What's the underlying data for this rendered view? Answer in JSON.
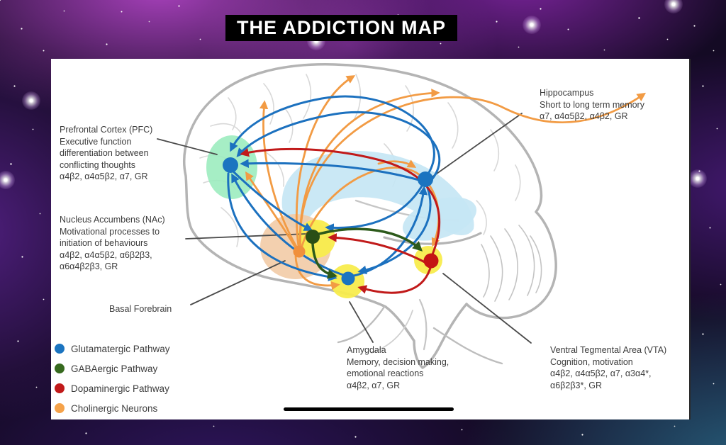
{
  "title": "THE ADDICTION MAP",
  "legend": {
    "items": [
      {
        "label": "Glutamatergic Pathway",
        "color": "#1b74c0"
      },
      {
        "label": "GABAergic Pathway",
        "color": "#376a1f"
      },
      {
        "label": "Dopaminergic Pathway",
        "color": "#c11a1a"
      },
      {
        "label": "Cholinergic Neurons",
        "color": "#f5a24a"
      }
    ]
  },
  "labels": {
    "pfc": {
      "title": "Prefrontal Cortex (PFC)",
      "line1": "Executive function",
      "line2": "differentiation between",
      "line3": "conflicting thoughts",
      "line4": "α4β2, α4α5β2, α7, GR"
    },
    "nac": {
      "title": "Nucleus Accumbens (NAc)",
      "line1": "Motivational processes to",
      "line2": "initiation of behaviours",
      "line3": "α4β2, α4α5β2, α6β2β3,",
      "line4": "α6α4β2β3, GR"
    },
    "basal_forebrain": {
      "title": "Basal Forebrain"
    },
    "amygdala": {
      "title": "Amygdala",
      "line1": "Memory, decision making,",
      "line2": "emotional reactions",
      "line3": "α4β2, α7, GR"
    },
    "hippocampus": {
      "title": "Hippocampus",
      "line1": "Short to long term memory",
      "line2": "α7, α4α5β2, α4β2, GR"
    },
    "vta": {
      "title": "Ventral Tegmental Area (VTA)",
      "line1": "Cognition, motivation",
      "line2": "α4β2, α4α5β2, α7, α3α4*,",
      "line3": "α6β2β3*, GR"
    }
  },
  "pathways": [
    {
      "type": "Glutamatergic",
      "color": "#1b74c0",
      "connections": [
        "Hippocampus → PFC",
        "Hippocampus → NAc",
        "Hippocampus → Amygdala",
        "Amygdala → PFC",
        "Amygdala → Hippocampus",
        "PFC → NAc",
        "PFC → Amygdala"
      ]
    },
    {
      "type": "GABAergic",
      "color": "#2d5a1b",
      "connections": [
        "NAc → VTA",
        "NAc → Amygdala"
      ]
    },
    {
      "type": "Dopaminergic",
      "color": "#c11a1a",
      "connections": [
        "VTA → PFC",
        "VTA → NAc",
        "VTA → Amygdala"
      ]
    },
    {
      "type": "Cholinergic",
      "color": "#f29b44",
      "connections": [
        "Basal Forebrain → Cortex",
        "Basal Forebrain → PFC",
        "Basal Forebrain → Hippocampus",
        "Basal Forebrain → Amygdala",
        "Basal Forebrain → VTA"
      ]
    }
  ],
  "region_colors": {
    "pfc_highlight": "#9cecbf",
    "basal_forebrain_highlight": "#f2cba6",
    "limbic_band": "#c5e6f4",
    "node_highlight": "#f8ec4d"
  }
}
